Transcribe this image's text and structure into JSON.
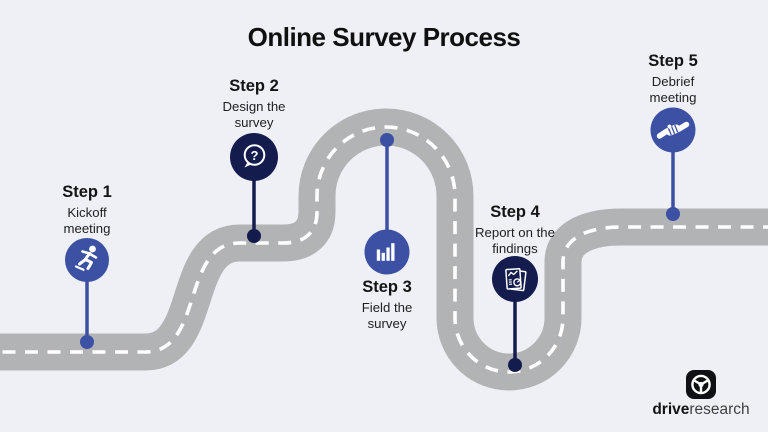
{
  "title": "Online Survey Process",
  "steps": [
    {
      "label": "Step 1",
      "description": "Kickoff meeting",
      "icon": "runner-icon",
      "color": "#3c51a3"
    },
    {
      "label": "Step 2",
      "description": "Design the survey",
      "icon": "question-bubble-icon",
      "color": "#141c4e",
      "icon_glyph": "?"
    },
    {
      "label": "Step 3",
      "description": "Field the survey",
      "icon": "bar-chart-icon",
      "color": "#3c51a3"
    },
    {
      "label": "Step 4",
      "description": "Report on the findings",
      "icon": "report-icon",
      "color": "#141c4e"
    },
    {
      "label": "Step 5",
      "description": "Debrief meeting",
      "icon": "handshake-icon",
      "color": "#3c51a3"
    }
  ],
  "colors": {
    "background": "#eff0f6",
    "road": "#b2b3b5",
    "road_dash": "#ffffff",
    "step_blue": "#3c51a3",
    "step_navy": "#141c4e",
    "text": "#161616"
  },
  "logo": {
    "brand_bold": "drive",
    "brand_light": "research",
    "icon": "steering-wheel-icon"
  }
}
